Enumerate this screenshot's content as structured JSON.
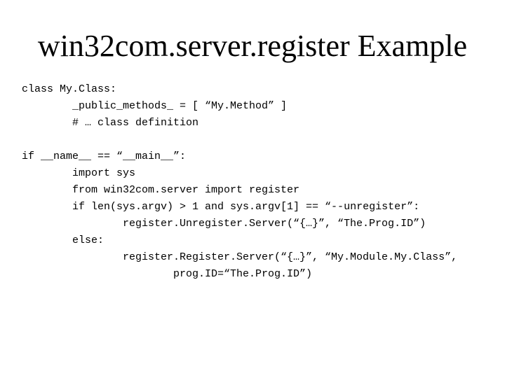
{
  "slide": {
    "title": "win32com.server.register Example",
    "code_lines": [
      {
        "text": "class My.Class:",
        "indent": 0
      },
      {
        "text": "_public_methods_ = [ “My.Method” ]",
        "indent": 1
      },
      {
        "text": "# … class definition",
        "indent": 1
      },
      {
        "text": "",
        "indent": 0
      },
      {
        "text": "if __name__ == “__main__”:",
        "indent": 0
      },
      {
        "text": "import sys",
        "indent": 1
      },
      {
        "text": "from win32com.server import register",
        "indent": 1
      },
      {
        "text": "if len(sys.argv) > 1 and sys.argv[1] == “--unregister”:",
        "indent": 1
      },
      {
        "text": "register.Unregister.Server(“{…}”, “The.Prog.ID”)",
        "indent": 2
      },
      {
        "text": "else:",
        "indent": 1
      },
      {
        "text": "register.Register.Server(“{…}”, “My.Module.My.Class”,",
        "indent": 2
      },
      {
        "text": "prog.ID=“The.Prog.ID”)",
        "indent": 3
      }
    ]
  }
}
